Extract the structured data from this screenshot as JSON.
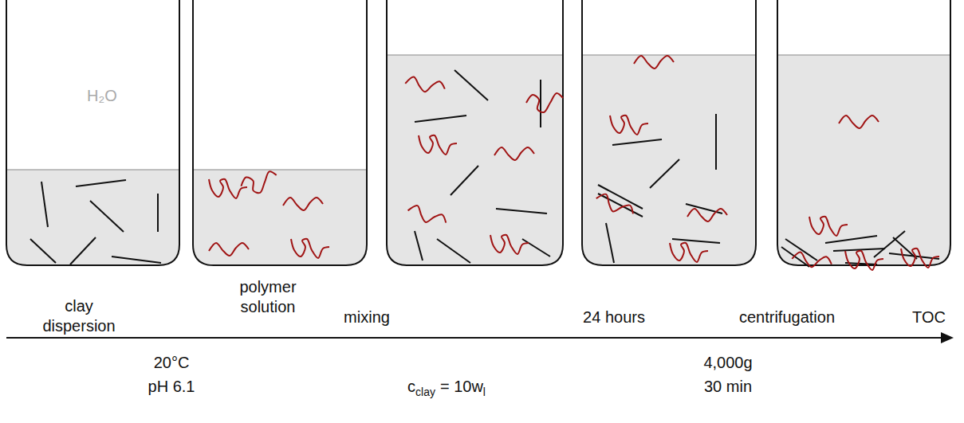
{
  "diagram": {
    "labels": [
      "H₂O",
      "clay dispersion",
      "polymer solution",
      "mixing",
      "24 hours",
      "centrifugation",
      "TOC",
      "20°C",
      "pH 6.1",
      "c",
      "clay",
      "= 10w",
      "l",
      "4,000g",
      "30 min"
    ]
  }
}
